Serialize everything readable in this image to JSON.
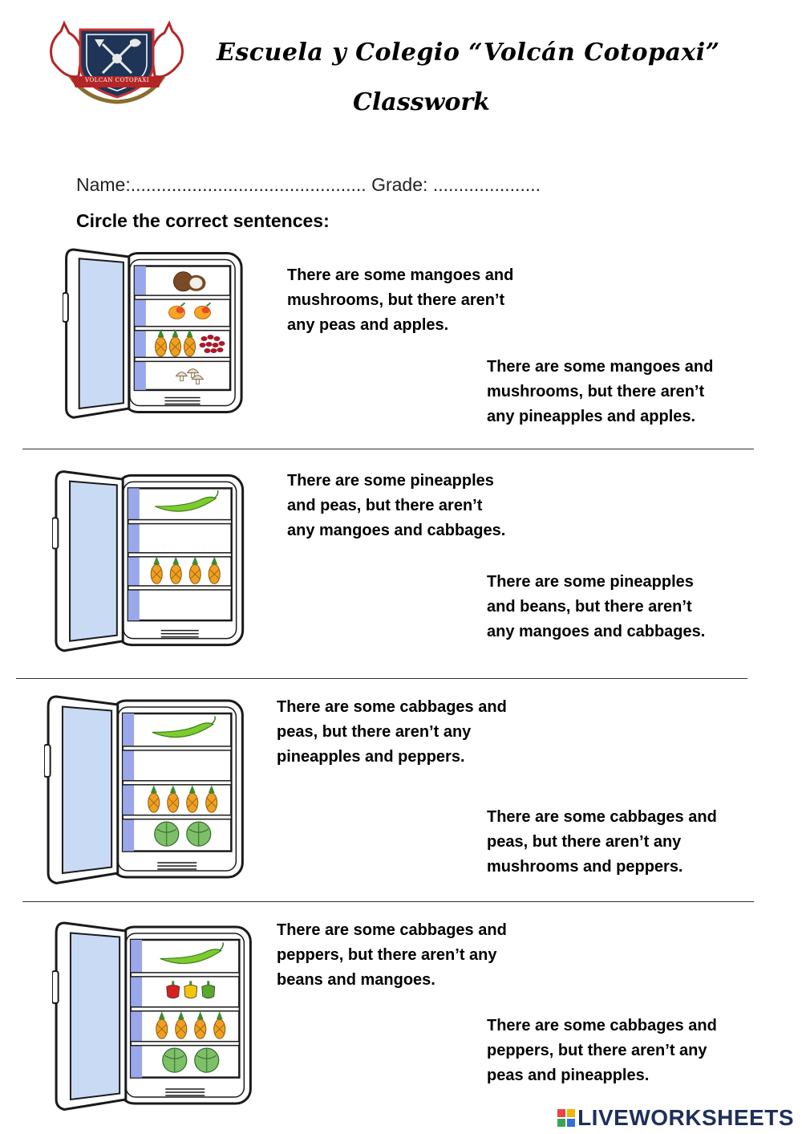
{
  "header": {
    "school": "Escuela y Colegio “Volcán Cotopaxi”",
    "subtitle": "Classwork",
    "logo_text": "VOLCAN COTOPAXI"
  },
  "form": {
    "name_label": "Name:",
    "name_dots": "..............................................",
    "grade_label": "Grade:",
    "grade_dots": "....................."
  },
  "instruction": "Circle the correct sentences:",
  "exercises": [
    {
      "fridge_items": [
        "coconut",
        "mangoes",
        "pineapples",
        "beans",
        "mushrooms"
      ],
      "options": [
        "There are some mangoes and\nmushrooms, but there aren’t\nany peas and apples.",
        "There are some mangoes and\nmushrooms, but there aren’t\nany pineapples and apples."
      ]
    },
    {
      "fridge_items": [
        "peas",
        "pineapples"
      ],
      "options": [
        "There are some pineapples\nand peas, but there aren’t\nany mangoes and cabbages.",
        "There are some pineapples\nand beans, but there aren’t\nany mangoes and cabbages."
      ]
    },
    {
      "fridge_items": [
        "peas",
        "pineapples",
        "cabbages"
      ],
      "options": [
        "There are some cabbages and\npeas, but there aren’t any\npineapples and peppers.",
        "There are some cabbages and\npeas, but there aren’t any\nmushrooms and peppers."
      ]
    },
    {
      "fridge_items": [
        "peas",
        "peppers",
        "pineapples",
        "cabbages"
      ],
      "options": [
        "There are some cabbages and\npeppers, but there aren’t any\nbeans and mangoes.",
        "There are some cabbages and\npeppers, but there aren’t any\npeas and pineapples."
      ]
    }
  ],
  "watermark": "LIVEWORKSHEETS",
  "colors": {
    "fridge_outline": "#1a1a1a",
    "fridge_door": "#c9daf5",
    "fridge_side": "#9aa7ea",
    "pea_green": "#7ccc2e",
    "pineapple": "#f0a020",
    "cabbage": "#7fbf6a",
    "watermark": "#1f2f5c"
  }
}
